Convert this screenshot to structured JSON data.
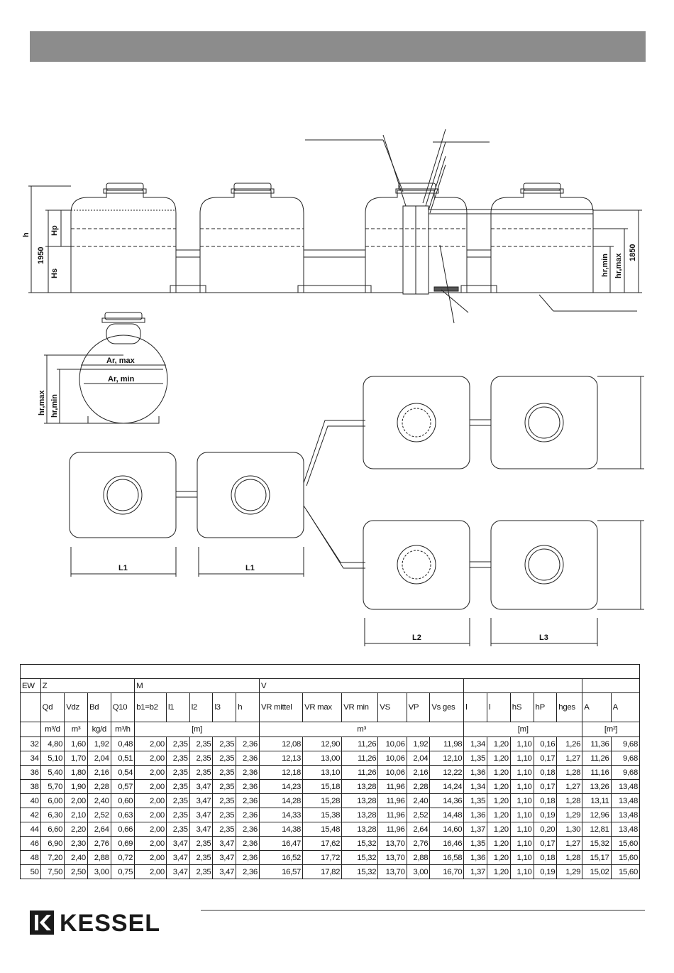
{
  "drawing": {
    "dims": {
      "h": "h",
      "h1950": "1950",
      "hp": "Hp",
      "hs": "Hs",
      "hrmin": "hr,min",
      "hrmax": "hr,max",
      "h1850": "1850",
      "armax": "Ar, max",
      "armin": "Ar, min",
      "sec_hrmax": "hr,max",
      "sec_hrmin": "hr,min",
      "l1a": "L1",
      "l1b": "L1",
      "l2": "L2",
      "l3": "L3"
    }
  },
  "table": {
    "title": "",
    "group_headers": [
      "EW",
      "Z",
      "M",
      "V",
      "",
      ""
    ],
    "symbols": [
      "",
      "Qd",
      "Vdz",
      "Bd",
      "Q10",
      "b1=b2",
      "l1",
      "l2",
      "l3",
      "h",
      "VR mittel",
      "VR max",
      "VR min",
      "VS",
      "VP",
      "Vs ges",
      "l",
      "l",
      "hS",
      "hP",
      "hges",
      "A",
      "A"
    ],
    "units": [
      "",
      "m³/d",
      "m³",
      "kg/d",
      "m³/h",
      "[m]",
      "m³",
      "[m]",
      "[m²]"
    ],
    "rows": [
      [
        "32",
        "4,80",
        "1,60",
        "1,92",
        "0,48",
        "2,00",
        "2,35",
        "2,35",
        "2,35",
        "2,36",
        "12,08",
        "12,90",
        "11,26",
        "10,06",
        "1,92",
        "11,98",
        "1,34",
        "1,20",
        "1,10",
        "0,16",
        "1,26",
        "11,36",
        "9,68"
      ],
      [
        "34",
        "5,10",
        "1,70",
        "2,04",
        "0,51",
        "2,00",
        "2,35",
        "2,35",
        "2,35",
        "2,36",
        "12,13",
        "13,00",
        "11,26",
        "10,06",
        "2,04",
        "12,10",
        "1,35",
        "1,20",
        "1,10",
        "0,17",
        "1,27",
        "11,26",
        "9,68"
      ],
      [
        "36",
        "5,40",
        "1,80",
        "2,16",
        "0,54",
        "2,00",
        "2,35",
        "2,35",
        "2,35",
        "2,36",
        "12,18",
        "13,10",
        "11,26",
        "10,06",
        "2,16",
        "12,22",
        "1,36",
        "1,20",
        "1,10",
        "0,18",
        "1,28",
        "11,16",
        "9,68"
      ],
      [
        "38",
        "5,70",
        "1,90",
        "2,28",
        "0,57",
        "2,00",
        "2,35",
        "3,47",
        "2,35",
        "2,36",
        "14,23",
        "15,18",
        "13,28",
        "11,96",
        "2,28",
        "14,24",
        "1,34",
        "1,20",
        "1,10",
        "0,17",
        "1,27",
        "13,26",
        "13,48"
      ],
      [
        "40",
        "6,00",
        "2,00",
        "2,40",
        "0,60",
        "2,00",
        "2,35",
        "3,47",
        "2,35",
        "2,36",
        "14,28",
        "15,28",
        "13,28",
        "11,96",
        "2,40",
        "14,36",
        "1,35",
        "1,20",
        "1,10",
        "0,18",
        "1,28",
        "13,11",
        "13,48"
      ],
      [
        "42",
        "6,30",
        "2,10",
        "2,52",
        "0,63",
        "2,00",
        "2,35",
        "3,47",
        "2,35",
        "2,36",
        "14,33",
        "15,38",
        "13,28",
        "11,96",
        "2,52",
        "14,48",
        "1,36",
        "1,20",
        "1,10",
        "0,19",
        "1,29",
        "12,96",
        "13,48"
      ],
      [
        "44",
        "6,60",
        "2,20",
        "2,64",
        "0,66",
        "2,00",
        "2,35",
        "3,47",
        "2,35",
        "2,36",
        "14,38",
        "15,48",
        "13,28",
        "11,96",
        "2,64",
        "14,60",
        "1,37",
        "1,20",
        "1,10",
        "0,20",
        "1,30",
        "12,81",
        "13,48"
      ],
      [
        "46",
        "6,90",
        "2,30",
        "2,76",
        "0,69",
        "2,00",
        "3,47",
        "2,35",
        "3,47",
        "2,36",
        "16,47",
        "17,62",
        "15,32",
        "13,70",
        "2,76",
        "16,46",
        "1,35",
        "1,20",
        "1,10",
        "0,17",
        "1,27",
        "15,32",
        "15,60"
      ],
      [
        "48",
        "7,20",
        "2,40",
        "2,88",
        "0,72",
        "2,00",
        "3,47",
        "2,35",
        "3,47",
        "2,36",
        "16,52",
        "17,72",
        "15,32",
        "13,70",
        "2,88",
        "16,58",
        "1,36",
        "1,20",
        "1,10",
        "0,18",
        "1,28",
        "15,17",
        "15,60"
      ],
      [
        "50",
        "7,50",
        "2,50",
        "3,00",
        "0,75",
        "2,00",
        "3,47",
        "2,35",
        "3,47",
        "2,36",
        "16,57",
        "17,82",
        "15,32",
        "13,70",
        "3,00",
        "16,70",
        "1,37",
        "1,20",
        "1,10",
        "0,19",
        "1,29",
        "15,02",
        "15,60"
      ]
    ]
  },
  "brand": {
    "name": "KESSEL"
  }
}
